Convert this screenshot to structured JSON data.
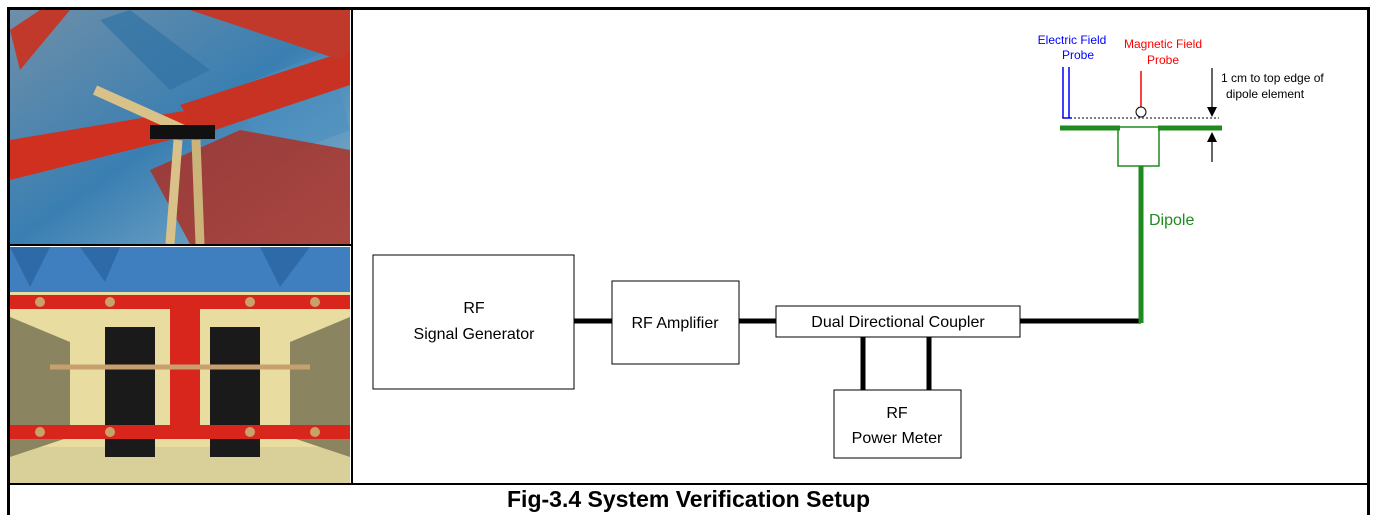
{
  "caption": "Fig-3.4 System Verification Setup",
  "photos": [
    {
      "name": "dipole-closeup-photo"
    },
    {
      "name": "dipole-topview-photo"
    }
  ],
  "diagram": {
    "blocks": {
      "signal_generator": [
        "RF",
        "Signal Generator"
      ],
      "amplifier": "RF Amplifier",
      "coupler": "Dual Directional Coupler",
      "power_meter": [
        "RF",
        "Power Meter"
      ]
    },
    "dipole_label": "Dipole",
    "electric_probe_label": [
      "Electric Field",
      "Probe"
    ],
    "magnetic_probe_label": [
      "Magnetic Field",
      "Probe"
    ],
    "spacing_label": [
      "1 cm to top edge of",
      "dipole element"
    ],
    "colors": {
      "electric_probe": "#0000ff",
      "magnetic_probe": "#ff0000",
      "dipole": "#1f8a1f",
      "cable": "#000000"
    }
  }
}
